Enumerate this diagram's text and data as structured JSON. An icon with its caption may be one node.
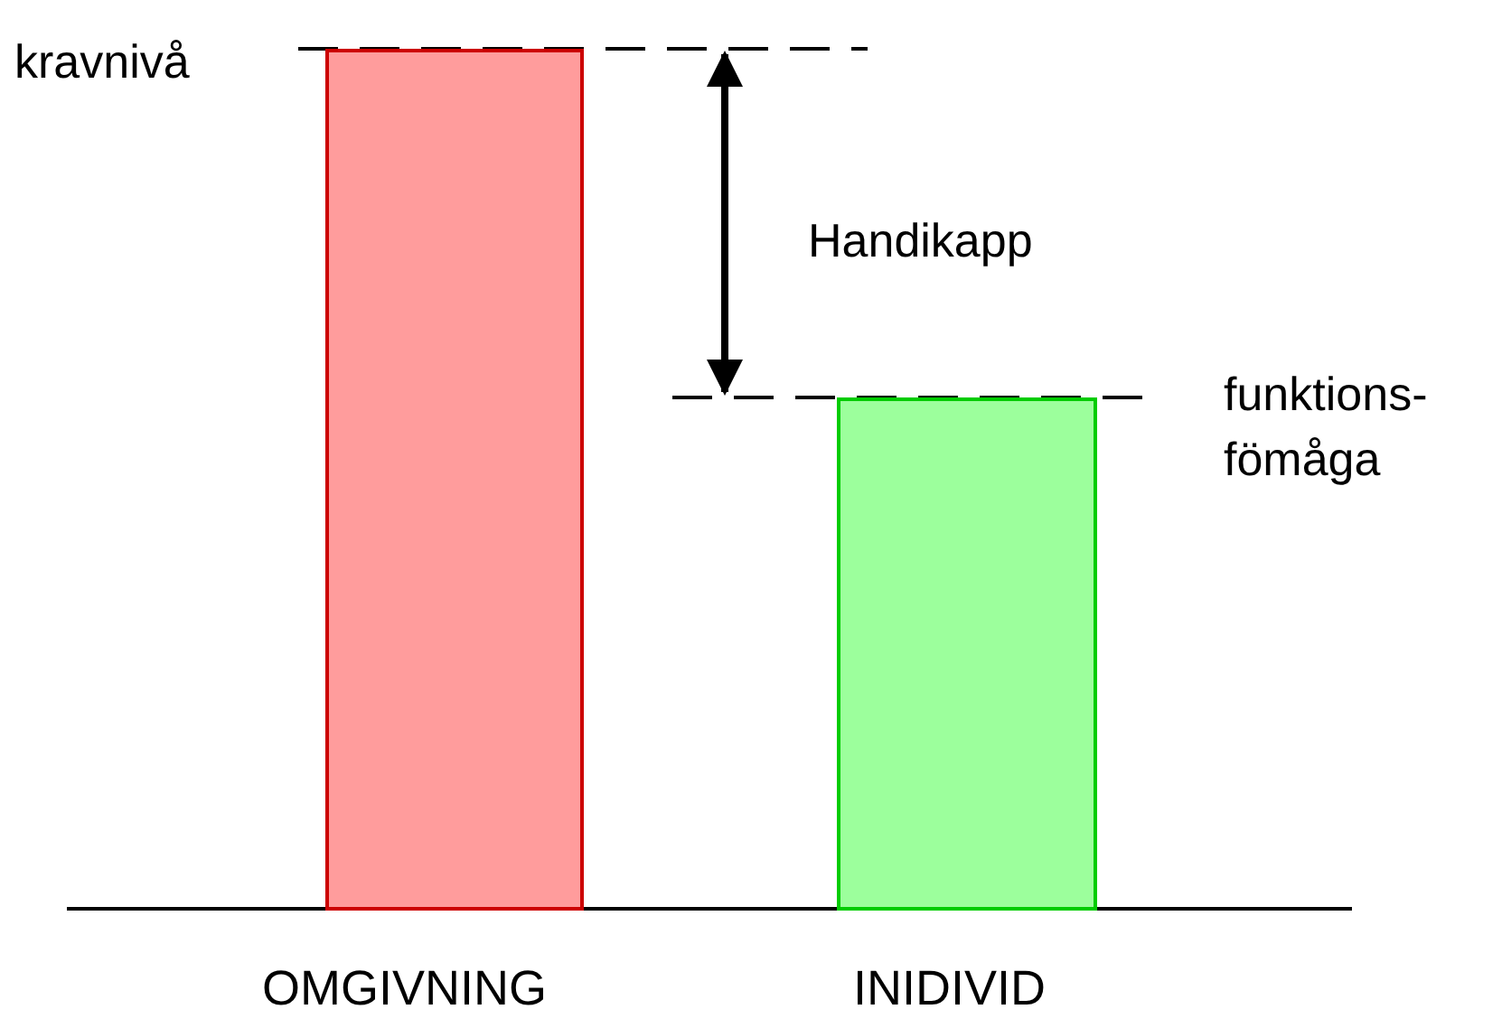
{
  "diagram": {
    "nodes": [
      {
        "text": [
          "OMGIVNING"
        ]
      },
      {
        "text": [
          "INIDIVID"
        ]
      }
    ],
    "labels": [
      "kravnivå",
      "Handikapp",
      "funktions- fömåga"
    ]
  }
}
